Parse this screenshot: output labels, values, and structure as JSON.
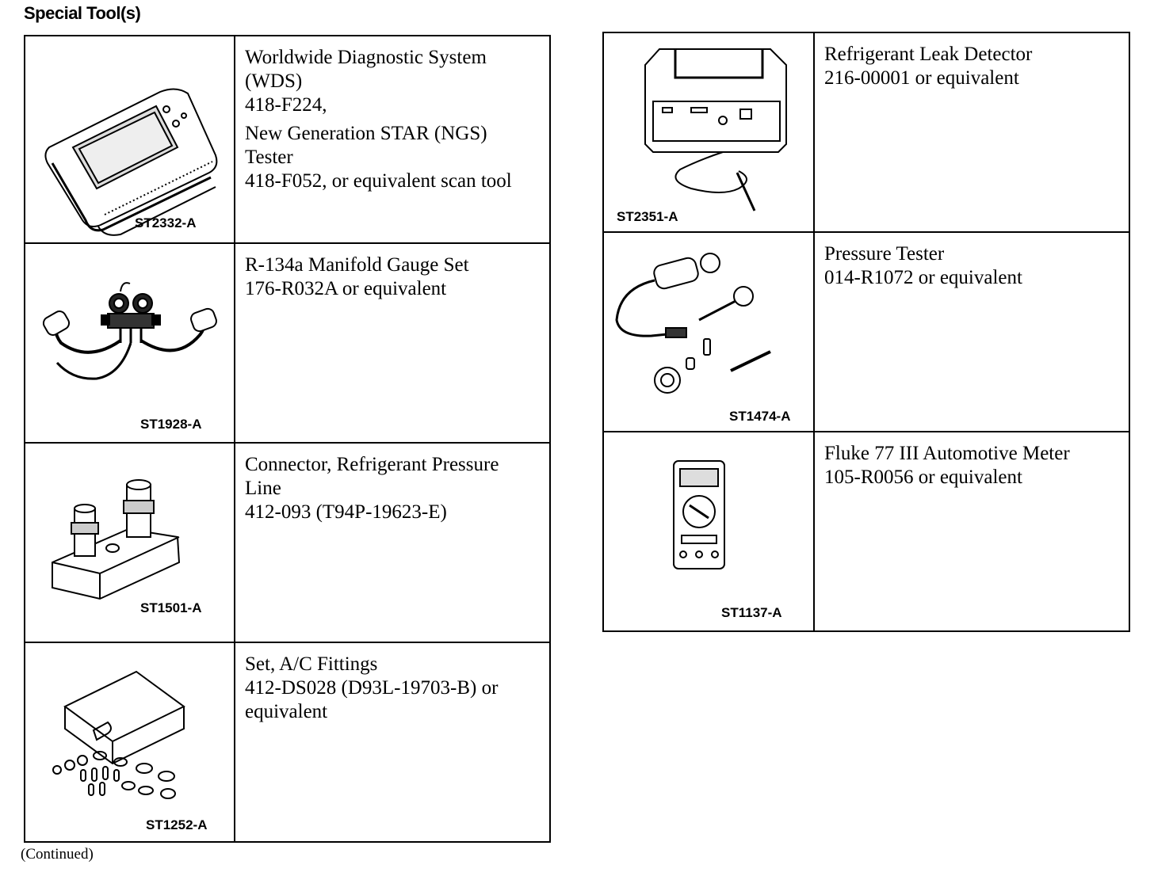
{
  "heading": "Special Tool(s)",
  "left_tools": [
    {
      "code": "ST2332-A",
      "icon": "scan-tool",
      "lines": [
        "Worldwide Diagnostic System",
        "(WDS)",
        "418-F224,",
        "New Generation STAR (NGS)",
        "Tester",
        "418-F052, or equivalent scan tool"
      ]
    },
    {
      "code": "ST1928-A",
      "icon": "manifold-gauge-set",
      "lines": [
        "R-134a Manifold Gauge Set",
        "176-R032A or equivalent"
      ]
    },
    {
      "code": "ST1501-A",
      "icon": "pressure-line-connector",
      "lines": [
        "Connector, Refrigerant Pressure",
        "Line",
        "412-093 (T94P-19623-E)"
      ]
    },
    {
      "code": "ST1252-A",
      "icon": "fittings-case",
      "lines": [
        "Set, A/C Fittings",
        "412-DS028 (D93L-19703-B) or",
        "equivalent"
      ]
    }
  ],
  "right_tools": [
    {
      "code": "ST2351-A",
      "icon": "leak-detector",
      "lines": [
        "Refrigerant Leak Detector",
        "216-00001 or equivalent"
      ]
    },
    {
      "code": "ST1474-A",
      "icon": "pressure-tester",
      "lines": [
        "Pressure Tester",
        "014-R1072 or equivalent"
      ]
    },
    {
      "code": "ST1137-A",
      "icon": "multimeter",
      "lines": [
        "Fluke 77 III Automotive Meter",
        "105-R0056 or equivalent"
      ]
    }
  ],
  "footer": "(Continued)"
}
